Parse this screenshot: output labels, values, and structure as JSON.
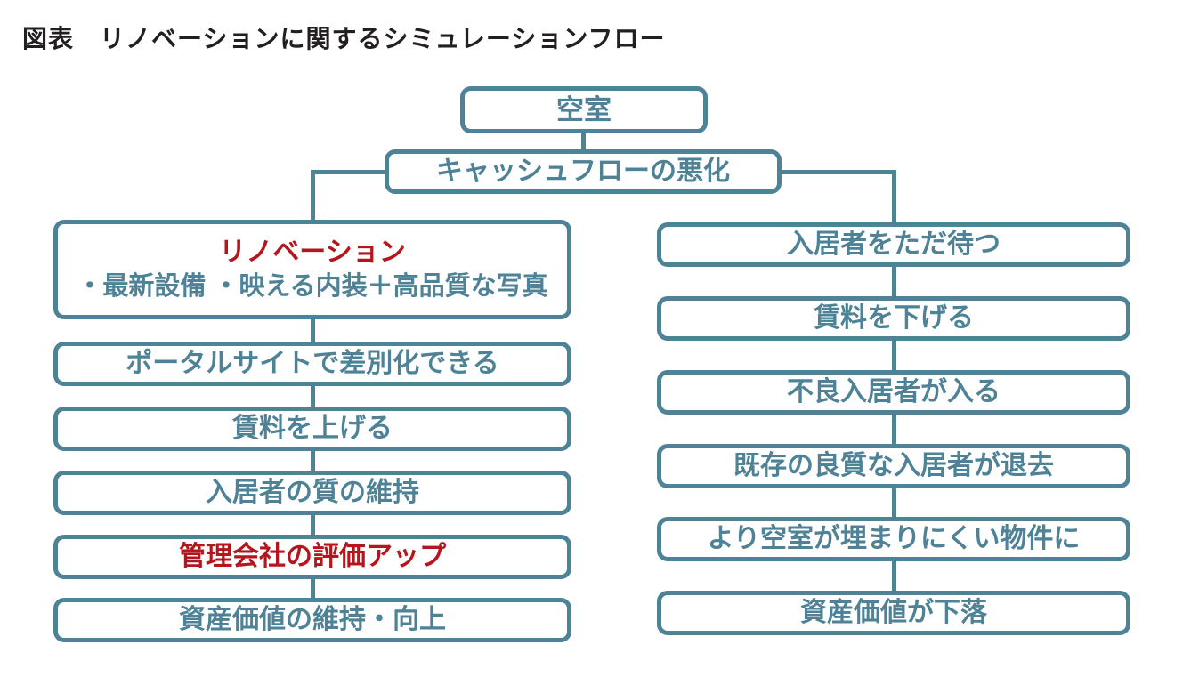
{
  "title": "図表　リノベーションに関するシミュレーションフロー",
  "colors": {
    "accent_teal": "#4E8297",
    "accent_red": "#B5161D",
    "title_text": "#231F20",
    "background": "#FFFFFF"
  },
  "flow": {
    "root": "空室",
    "trigger": "キャッシュフローの悪化",
    "left_branch": [
      {
        "heading": "リノベーション",
        "detail": "・最新設備 ・映える内装＋高品質な写真",
        "emphasis": "red-heading"
      },
      {
        "text": "ポータルサイトで差別化できる"
      },
      {
        "text": "賃料を上げる"
      },
      {
        "text": "入居者の質の維持"
      },
      {
        "text": "管理会社の評価アップ",
        "emphasis": "red"
      },
      {
        "text": "資産価値の維持・向上"
      }
    ],
    "right_branch": [
      {
        "text": "入居者をただ待つ"
      },
      {
        "text": "賃料を下げる"
      },
      {
        "text": "不良入居者が入る"
      },
      {
        "text": "既存の良質な入居者が退去"
      },
      {
        "text": "より空室が埋まりにくい物件に"
      },
      {
        "text": "資産価値が下落"
      }
    ]
  }
}
